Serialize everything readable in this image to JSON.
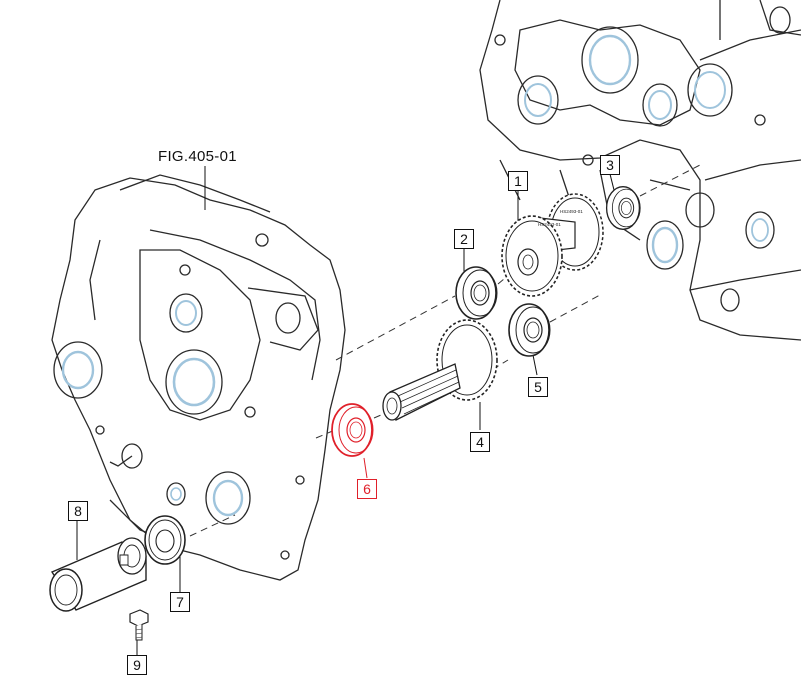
{
  "figure": {
    "label": "FIG.405-01"
  },
  "colors": {
    "outline": "#2a2a2a",
    "accent_blue": "#9fc4dc",
    "highlight": "#e0202a"
  },
  "callouts": [
    {
      "id": "1",
      "text": "1",
      "highlighted": false
    },
    {
      "id": "2",
      "text": "2",
      "highlighted": false
    },
    {
      "id": "3",
      "text": "3",
      "highlighted": false
    },
    {
      "id": "4",
      "text": "4",
      "highlighted": false
    },
    {
      "id": "5",
      "text": "5",
      "highlighted": false
    },
    {
      "id": "6",
      "text": "6",
      "highlighted": true
    },
    {
      "id": "7",
      "text": "7",
      "highlighted": false
    },
    {
      "id": "8",
      "text": "8",
      "highlighted": false
    },
    {
      "id": "9",
      "text": "9",
      "highlighted": false
    }
  ],
  "gear_stamp": {
    "text": "HS2493-01"
  }
}
